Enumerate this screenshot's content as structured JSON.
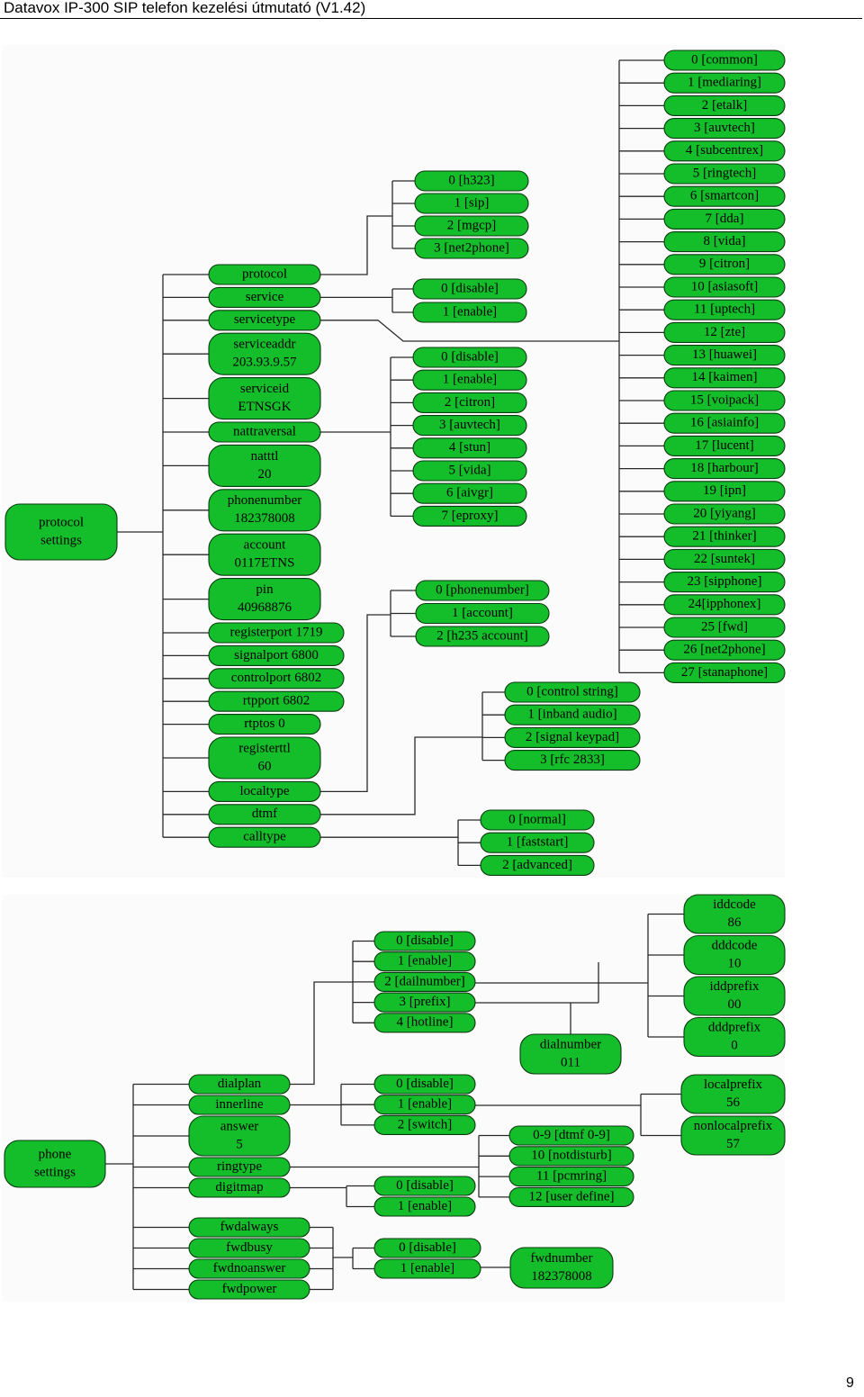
{
  "header": {
    "title": "Datavox IP-300 SIP telefon kezelési útmutató (V1.42)"
  },
  "page_number": "9",
  "colors": {
    "node_fill": "#14be2b",
    "node_stroke": "#0b3a10",
    "connector": "#2a2a2a",
    "canvas": "#fbfbfb"
  },
  "protocol": {
    "root": [
      "protocol",
      "settings"
    ],
    "params": [
      [
        "protocol"
      ],
      [
        "service"
      ],
      [
        "servicetype"
      ],
      [
        "serviceaddr",
        "203.93.9.57"
      ],
      [
        "serviceid",
        "ETNSGK"
      ],
      [
        "nattraversal"
      ],
      [
        "natttl",
        "20"
      ],
      [
        "phonenumber",
        "182378008"
      ],
      [
        "account",
        "0117ETNS"
      ],
      [
        "pin",
        "40968876"
      ],
      [
        "registerport 1719"
      ],
      [
        "signalport 6800"
      ],
      [
        "controlport 6802"
      ],
      [
        "rtpport  6802"
      ],
      [
        "rtptos 0"
      ],
      [
        "registerttl",
        "60"
      ],
      [
        "localtype"
      ],
      [
        "dtmf"
      ],
      [
        "calltype"
      ]
    ],
    "protocol_options": [
      "0 [h323]",
      "1 [sip]",
      "2 [mgcp]",
      "3 [net2phone]"
    ],
    "service_options": [
      "0 [disable]",
      "1 [enable]"
    ],
    "nat_options": [
      "0 [disable]",
      "1 [enable]",
      "2 [citron]",
      "3 [auvtech]",
      "4 [stun]",
      "5 [vida]",
      "6 [aivgr]",
      "7 [eproxy]"
    ],
    "localtype_options": [
      "0 [phonenumber]",
      "1 [account]",
      "2 [h235 account]"
    ],
    "dtmf_options": [
      "0 [control string]",
      "1 [inband audio]",
      "2 [signal keypad]",
      "3 [rfc 2833]"
    ],
    "calltype_options": [
      "0 [normal]",
      "1 [faststart]",
      "2 [advanced]"
    ],
    "servicetype_options": [
      "0 [common]",
      "1 [mediaring]",
      "2 [etalk]",
      "3 [auvtech]",
      "4 [subcentrex]",
      "5 [ringtech]",
      "6 [smartcon]",
      "7 [dda]",
      "8 [vida]",
      "9 [citron]",
      "10 [asiasoft]",
      "11 [uptech]",
      "12 [zte]",
      "13 [huawei]",
      "14 [kaimen]",
      "15 [voipack]",
      "16 [asiainfo]",
      "17 [lucent]",
      "18 [harbour]",
      "19 [ipn]",
      "20 [yiyang]",
      "21 [thinker]",
      "22 [suntek]",
      "23 [sipphone]",
      "24[ipphonex]",
      "25 [fwd]",
      "26 [net2phone]",
      "27 [stanaphone]"
    ]
  },
  "phone": {
    "root": [
      "phone",
      "settings"
    ],
    "params": [
      [
        "dialplan"
      ],
      [
        "innerline"
      ],
      [
        "answer",
        "5"
      ],
      [
        "ringtype"
      ],
      [
        "digitmap"
      ]
    ],
    "fwd_params": [
      [
        "fwdalways"
      ],
      [
        "fwdbusy"
      ],
      [
        "fwdnoanswer"
      ],
      [
        "fwdpower"
      ]
    ],
    "dialplan_options": [
      "0 [disable]",
      "1 [enable]",
      "2 [dailnumber]",
      "3 [prefix]",
      "4 [hotline]"
    ],
    "dialnumber": [
      "dialnumber",
      "011"
    ],
    "codes": [
      [
        "iddcode",
        "86"
      ],
      [
        "dddcode",
        "10"
      ],
      [
        "iddprefix",
        "00"
      ],
      [
        "dddprefix",
        "0"
      ]
    ],
    "local_codes": [
      [
        "localprefix",
        "56"
      ],
      [
        "nonlocalprefix",
        "57"
      ]
    ],
    "innerline_options": [
      "0 [disable]",
      "1 [enable]",
      "2 [switch]"
    ],
    "ringtype_options": [
      "0-9 [dtmf 0-9]",
      "10 [notdisturb]",
      "11 [pcmring]",
      "12 [user define]"
    ],
    "digitmap_options": [
      "0 [disable]",
      "1 [enable]"
    ],
    "fwd_options": [
      "0 [disable]",
      "1 [enable]"
    ],
    "fwdnumber": [
      "fwdnumber",
      "182378008"
    ]
  }
}
